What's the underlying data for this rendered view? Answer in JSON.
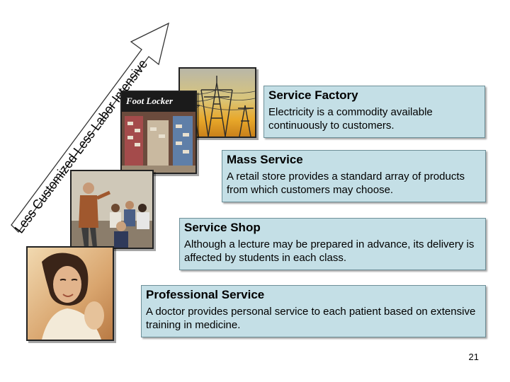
{
  "arrow_label": "Less Customized-Less Labor Intensive",
  "tiers": [
    {
      "title": "Service Factory",
      "description": "Electricity is a commodity available continuously to customers.",
      "image": "power-lines-photo"
    },
    {
      "title": "Mass Service",
      "description": "A retail store provides a standard array of products from which customers may choose.",
      "image": "retail-store-photo",
      "store_sign": "Foot Locker"
    },
    {
      "title": "Service Shop",
      "description": "Although a lecture may be prepared in advance, its delivery is affected by students in each class.",
      "image": "lecture-photo"
    },
    {
      "title": "Professional Service",
      "description": "A doctor provides personal service to each patient based on extensive training in medicine.",
      "image": "professional-photo"
    }
  ],
  "page_number": "21",
  "colors": {
    "box_fill": "#c4dfe6",
    "box_border": "#6d8f98",
    "arrow": "#333333"
  }
}
